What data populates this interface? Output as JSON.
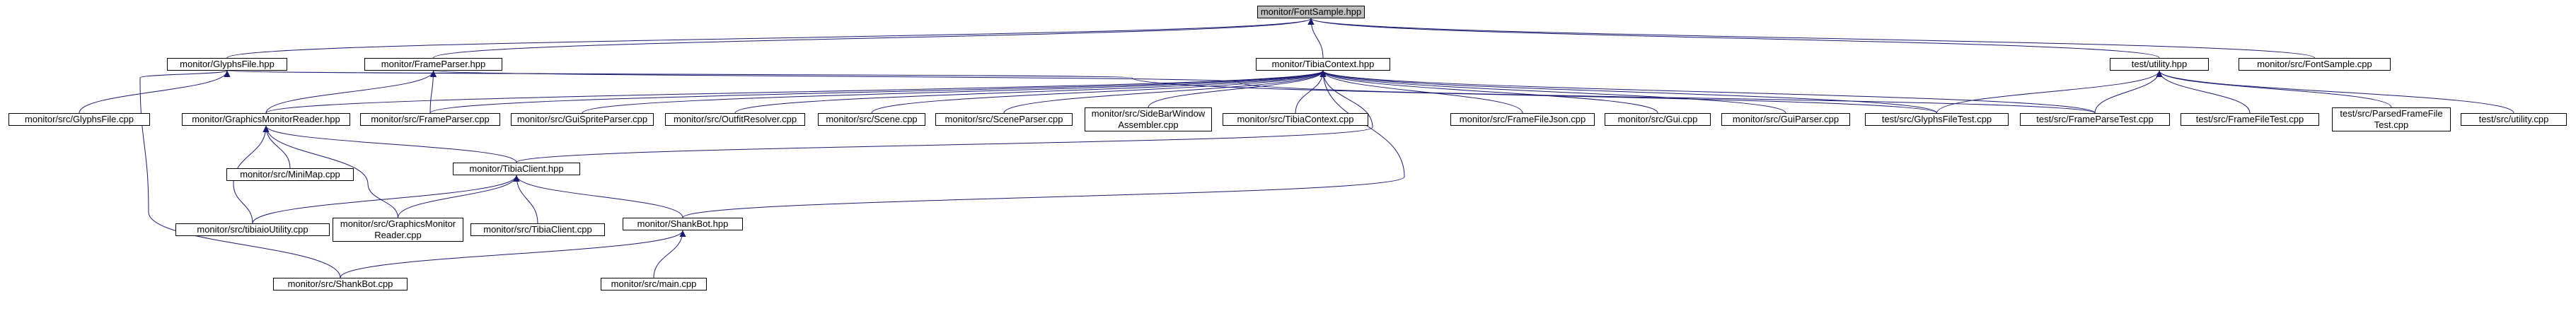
{
  "graph": {
    "nodes": [
      {
        "id": "fontsample_hpp",
        "label": "monitor/FontSample.hpp",
        "focus": true
      },
      {
        "id": "glyphsfile_hpp",
        "label": "monitor/GlyphsFile.hpp"
      },
      {
        "id": "frameparser_hpp",
        "label": "monitor/FrameParser.hpp"
      },
      {
        "id": "tibiacontext_hpp",
        "label": "monitor/TibiaContext.hpp"
      },
      {
        "id": "utility_hpp",
        "label": "test/utility.hpp"
      },
      {
        "id": "fontsample_cpp",
        "label": "monitor/src/FontSample.cpp"
      },
      {
        "id": "glyphsfile_cpp",
        "label": "monitor/src/GlyphsFile.cpp"
      },
      {
        "id": "graphicsmonitorreader_hpp",
        "label": "monitor/GraphicsMonitorReader.hpp"
      },
      {
        "id": "frameparser_cpp",
        "label": "monitor/src/FrameParser.cpp"
      },
      {
        "id": "guispriteparser_cpp",
        "label": "monitor/src/GuiSpriteParser.cpp"
      },
      {
        "id": "outfitresolver_cpp",
        "label": "monitor/src/OutfitResolver.cpp"
      },
      {
        "id": "scene_cpp",
        "label": "monitor/src/Scene.cpp"
      },
      {
        "id": "sceneparser_cpp",
        "label": "monitor/src/SceneParser.cpp"
      },
      {
        "id": "sidebarwindowassembler_cpp",
        "label": "monitor/src/SideBarWindow\nAssembler.cpp"
      },
      {
        "id": "tibiacontext_cpp",
        "label": "monitor/src/TibiaContext.cpp"
      },
      {
        "id": "framefilejson_cpp",
        "label": "monitor/src/FrameFileJson.cpp"
      },
      {
        "id": "gui_cpp",
        "label": "monitor/src/Gui.cpp"
      },
      {
        "id": "guiparser_cpp",
        "label": "monitor/src/GuiParser.cpp"
      },
      {
        "id": "glyphsfiletest_cpp",
        "label": "test/src/GlyphsFileTest.cpp"
      },
      {
        "id": "frameparsetest_cpp",
        "label": "test/src/FrameParseTest.cpp"
      },
      {
        "id": "framefiletest_cpp",
        "label": "test/src/FrameFileTest.cpp"
      },
      {
        "id": "parsedframefiletest_cpp",
        "label": "test/src/ParsedFrameFile\nTest.cpp"
      },
      {
        "id": "utility_cpp",
        "label": "test/src/utility.cpp"
      },
      {
        "id": "minimap_cpp",
        "label": "monitor/src/MiniMap.cpp"
      },
      {
        "id": "tibiaclient_hpp",
        "label": "monitor/TibiaClient.hpp"
      },
      {
        "id": "tibiaioutility_cpp",
        "label": "monitor/src/tibiaioUtility.cpp"
      },
      {
        "id": "graphicsmonitorreader_cpp",
        "label": "monitor/src/GraphicsMonitor\nReader.cpp"
      },
      {
        "id": "tibiaclient_cpp",
        "label": "monitor/src/TibiaClient.cpp"
      },
      {
        "id": "shankbot_hpp",
        "label": "monitor/ShankBot.hpp"
      },
      {
        "id": "shankbot_cpp",
        "label": "monitor/src/ShankBot.cpp"
      },
      {
        "id": "main_cpp",
        "label": "monitor/src/main.cpp"
      }
    ],
    "edges": [
      [
        "glyphsfile_hpp",
        "fontsample_hpp"
      ],
      [
        "frameparser_hpp",
        "fontsample_hpp"
      ],
      [
        "tibiacontext_hpp",
        "fontsample_hpp"
      ],
      [
        "utility_hpp",
        "fontsample_hpp"
      ],
      [
        "fontsample_cpp",
        "fontsample_hpp"
      ],
      [
        "glyphsfile_cpp",
        "glyphsfile_hpp"
      ],
      [
        "shankbot_cpp",
        "glyphsfile_hpp"
      ],
      [
        "glyphsfiletest_cpp",
        "glyphsfile_hpp"
      ],
      [
        "graphicsmonitorreader_hpp",
        "frameparser_hpp"
      ],
      [
        "frameparser_cpp",
        "frameparser_hpp"
      ],
      [
        "frameparsetest_cpp",
        "frameparser_hpp"
      ],
      [
        "graphicsmonitorreader_hpp",
        "tibiacontext_hpp"
      ],
      [
        "frameparser_cpp",
        "tibiacontext_hpp"
      ],
      [
        "guispriteparser_cpp",
        "tibiacontext_hpp"
      ],
      [
        "outfitresolver_cpp",
        "tibiacontext_hpp"
      ],
      [
        "scene_cpp",
        "tibiacontext_hpp"
      ],
      [
        "sceneparser_cpp",
        "tibiacontext_hpp"
      ],
      [
        "sidebarwindowassembler_cpp",
        "tibiacontext_hpp"
      ],
      [
        "tibiacontext_cpp",
        "tibiacontext_hpp"
      ],
      [
        "framefilejson_cpp",
        "tibiacontext_hpp"
      ],
      [
        "gui_cpp",
        "tibiacontext_hpp"
      ],
      [
        "guiparser_cpp",
        "tibiacontext_hpp"
      ],
      [
        "glyphsfiletest_cpp",
        "tibiacontext_hpp"
      ],
      [
        "frameparsetest_cpp",
        "tibiacontext_hpp"
      ],
      [
        "tibiaclient_hpp",
        "tibiacontext_hpp"
      ],
      [
        "shankbot_hpp",
        "tibiacontext_hpp"
      ],
      [
        "glyphsfiletest_cpp",
        "utility_hpp"
      ],
      [
        "frameparsetest_cpp",
        "utility_hpp"
      ],
      [
        "framefiletest_cpp",
        "utility_hpp"
      ],
      [
        "parsedframefiletest_cpp",
        "utility_hpp"
      ],
      [
        "utility_cpp",
        "utility_hpp"
      ],
      [
        "minimap_cpp",
        "graphicsmonitorreader_hpp"
      ],
      [
        "tibiaclient_hpp",
        "graphicsmonitorreader_hpp"
      ],
      [
        "tibiaioutility_cpp",
        "graphicsmonitorreader_hpp"
      ],
      [
        "graphicsmonitorreader_cpp",
        "graphicsmonitorreader_hpp"
      ],
      [
        "tibiaioutility_cpp",
        "tibiaclient_hpp"
      ],
      [
        "graphicsmonitorreader_cpp",
        "tibiaclient_hpp"
      ],
      [
        "tibiaclient_cpp",
        "tibiaclient_hpp"
      ],
      [
        "shankbot_hpp",
        "tibiaclient_hpp"
      ],
      [
        "shankbot_cpp",
        "shankbot_hpp"
      ],
      [
        "main_cpp",
        "shankbot_hpp"
      ]
    ]
  },
  "colors": {
    "edge": "#191970",
    "node_border": "#000000",
    "focus_fill": "#bfbfbf",
    "node_fill": "#ffffff"
  }
}
